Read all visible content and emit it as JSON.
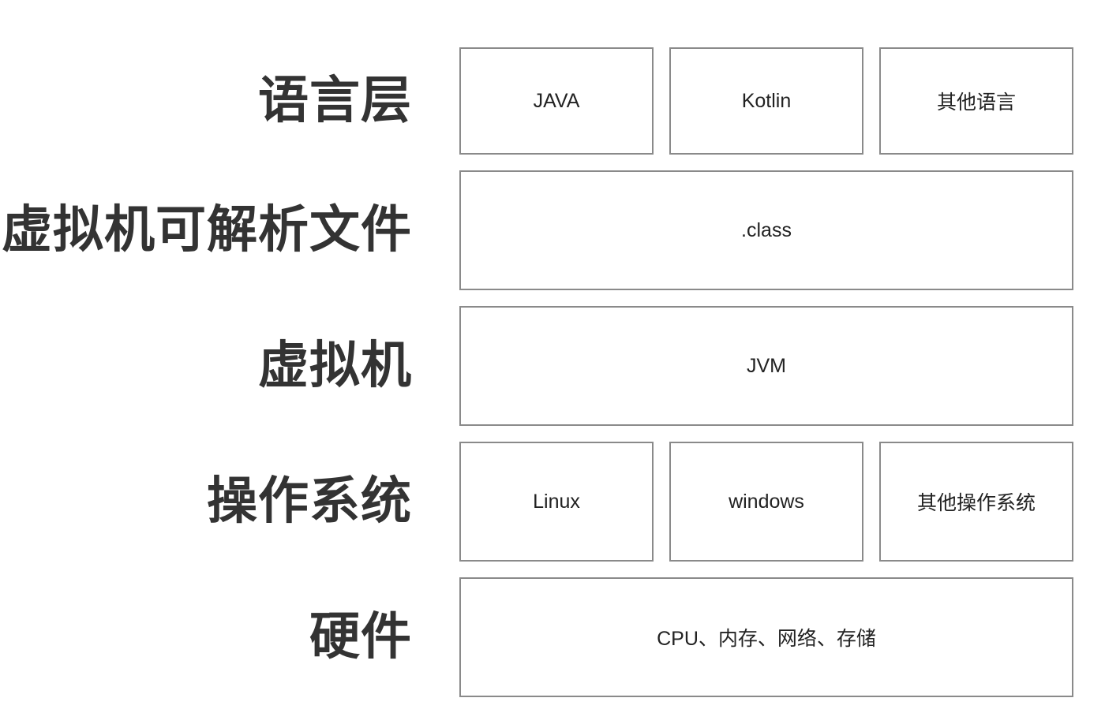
{
  "layers": [
    {
      "label": "语言层",
      "items": [
        "JAVA",
        "Kotlin",
        "其他语言"
      ]
    },
    {
      "label": "虚拟机可解析文件",
      "items": [
        ".class"
      ]
    },
    {
      "label": "虚拟机",
      "items": [
        "JVM"
      ]
    },
    {
      "label": "操作系统",
      "items": [
        "Linux",
        "windows",
        "其他操作系统"
      ]
    },
    {
      "label": "硬件",
      "items": [
        "CPU、内存、网络、存储"
      ]
    }
  ]
}
